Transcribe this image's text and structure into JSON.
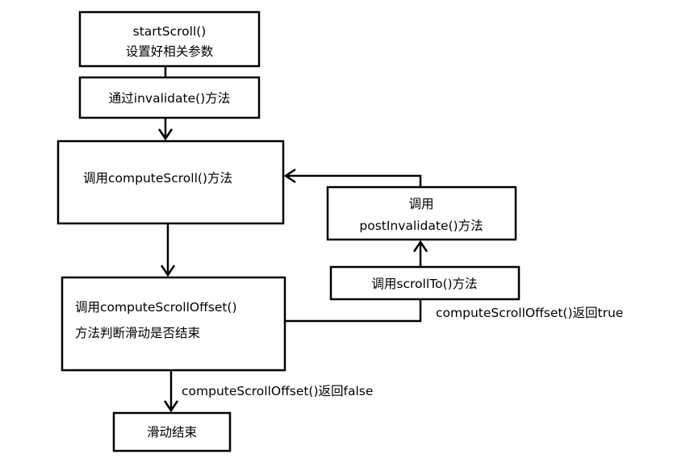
{
  "nodes": {
    "start": {
      "line1": "startScroll()",
      "line2": "设置好相关参数"
    },
    "invalidate": {
      "label": "通过invalidate()方法"
    },
    "compute_scroll": {
      "label": "调用computeScroll()方法"
    },
    "post_invalidate": {
      "line1": "调用",
      "line2": "postInvalidate()方法"
    },
    "compute_offset": {
      "line1": "调用computeScrollOffset()",
      "line2": "方法判断滑动是否结束"
    },
    "scroll_to": {
      "label": "调用scrollTo()方法"
    },
    "end": {
      "label": "滑动结束"
    }
  },
  "edges": {
    "returns_true": "computeScrollOffset()返回true",
    "returns_false": "computeScrollOffset()返回false"
  }
}
